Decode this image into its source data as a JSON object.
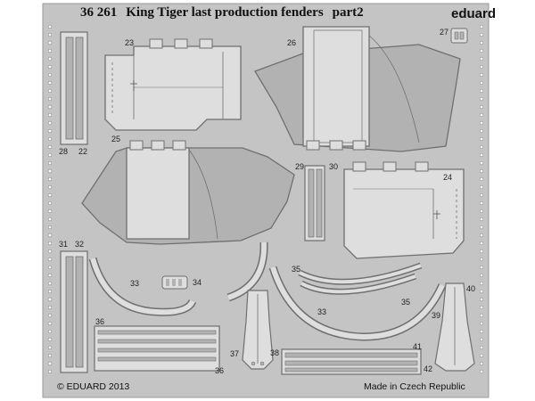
{
  "sheet": {
    "set_number": "36 261",
    "title": "King Tiger last production fenders",
    "part": "part2",
    "brand": "eduard",
    "copyright": "© EDUARD 2013",
    "origin": "Made in Czech Republic"
  },
  "part_labels": {
    "p23": "23",
    "p26": "26",
    "p27": "27",
    "p28": "28",
    "p22": "22",
    "p25": "25",
    "p29": "29",
    "p30": "30",
    "p24": "24",
    "p31": "31",
    "p32": "32",
    "p33a": "33",
    "p33b": "33",
    "p34": "34",
    "p35a": "35",
    "p35b": "35",
    "p40": "40",
    "p39": "39",
    "p36a": "36",
    "p36b": "36",
    "p37": "37",
    "p38": "38",
    "p41": "41",
    "p42": "42"
  },
  "colors": {
    "fret": "#c4c4c4",
    "part_edge": "#6f6f6f",
    "panel": "#dedede",
    "etch_shade": "#b2b2b2",
    "background": "#ffffff"
  }
}
